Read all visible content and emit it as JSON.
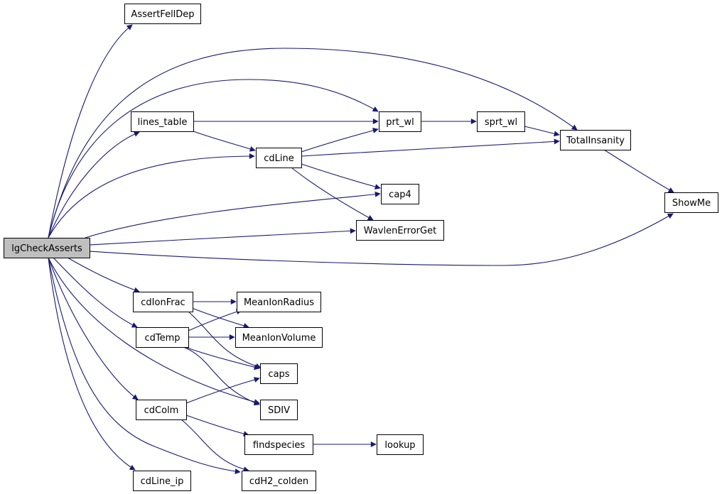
{
  "graph": {
    "colors": {
      "edge": "#191970",
      "root_fill": "#bfbfbf",
      "node_fill": "#ffffff",
      "node_border": "#000000",
      "highlight_border": "#ff0000"
    },
    "nodes": [
      {
        "id": "lgCheckAsserts",
        "label": "lgCheckAsserts",
        "root": true
      },
      {
        "id": "AssertFellDep",
        "label": "AssertFellDep"
      },
      {
        "id": "lines_table",
        "label": "lines_table"
      },
      {
        "id": "prt_wl",
        "label": "prt_wl"
      },
      {
        "id": "sprt_wl",
        "label": "sprt_wl"
      },
      {
        "id": "TotalInsanity",
        "label": "TotalInsanity"
      },
      {
        "id": "cdLine",
        "label": "cdLine"
      },
      {
        "id": "cap4",
        "label": "cap4"
      },
      {
        "id": "ShowMe",
        "label": "ShowMe"
      },
      {
        "id": "WavlenErrorGet",
        "label": "WavlenErrorGet"
      },
      {
        "id": "cdIonFrac",
        "label": "cdIonFrac"
      },
      {
        "id": "MeanIonRadius",
        "label": "MeanIonRadius"
      },
      {
        "id": "cdTemp",
        "label": "cdTemp"
      },
      {
        "id": "MeanIonVolume",
        "label": "MeanIonVolume"
      },
      {
        "id": "caps",
        "label": "caps"
      },
      {
        "id": "SDIV",
        "label": "SDIV"
      },
      {
        "id": "cdColm",
        "label": "cdColm"
      },
      {
        "id": "findspecies",
        "label": "findspecies"
      },
      {
        "id": "lookup",
        "label": "lookup",
        "highlight": true
      },
      {
        "id": "cdLine_ip",
        "label": "cdLine_ip"
      },
      {
        "id": "cdH2_colden",
        "label": "cdH2_colden"
      }
    ],
    "edges": [
      {
        "from": "lgCheckAsserts",
        "to": "AssertFellDep"
      },
      {
        "from": "lgCheckAsserts",
        "to": "TotalInsanity"
      },
      {
        "from": "lgCheckAsserts",
        "to": "prt_wl"
      },
      {
        "from": "lgCheckAsserts",
        "to": "lines_table"
      },
      {
        "from": "lgCheckAsserts",
        "to": "cdLine"
      },
      {
        "from": "lgCheckAsserts",
        "to": "cap4"
      },
      {
        "from": "lgCheckAsserts",
        "to": "WavlenErrorGet"
      },
      {
        "from": "lgCheckAsserts",
        "to": "ShowMe"
      },
      {
        "from": "lgCheckAsserts",
        "to": "cdIonFrac"
      },
      {
        "from": "lgCheckAsserts",
        "to": "cdTemp"
      },
      {
        "from": "lgCheckAsserts",
        "to": "SDIV"
      },
      {
        "from": "lgCheckAsserts",
        "to": "cdColm"
      },
      {
        "from": "lgCheckAsserts",
        "to": "cdH2_colden"
      },
      {
        "from": "lgCheckAsserts",
        "to": "cdLine_ip"
      },
      {
        "from": "lines_table",
        "to": "prt_wl"
      },
      {
        "from": "lines_table",
        "to": "cdLine"
      },
      {
        "from": "prt_wl",
        "to": "sprt_wl"
      },
      {
        "from": "sprt_wl",
        "to": "TotalInsanity"
      },
      {
        "from": "cdLine",
        "to": "prt_wl"
      },
      {
        "from": "cdLine",
        "to": "TotalInsanity"
      },
      {
        "from": "cdLine",
        "to": "cap4"
      },
      {
        "from": "cdLine",
        "to": "WavlenErrorGet"
      },
      {
        "from": "TotalInsanity",
        "to": "ShowMe"
      },
      {
        "from": "cdIonFrac",
        "to": "MeanIonRadius"
      },
      {
        "from": "cdIonFrac",
        "to": "MeanIonVolume"
      },
      {
        "from": "cdIonFrac",
        "to": "caps"
      },
      {
        "from": "cdTemp",
        "to": "MeanIonRadius"
      },
      {
        "from": "cdTemp",
        "to": "MeanIonVolume"
      },
      {
        "from": "cdTemp",
        "to": "caps"
      },
      {
        "from": "cdTemp",
        "to": "SDIV"
      },
      {
        "from": "cdColm",
        "to": "caps"
      },
      {
        "from": "cdColm",
        "to": "findspecies"
      },
      {
        "from": "cdColm",
        "to": "cdH2_colden"
      },
      {
        "from": "findspecies",
        "to": "lookup"
      }
    ]
  }
}
